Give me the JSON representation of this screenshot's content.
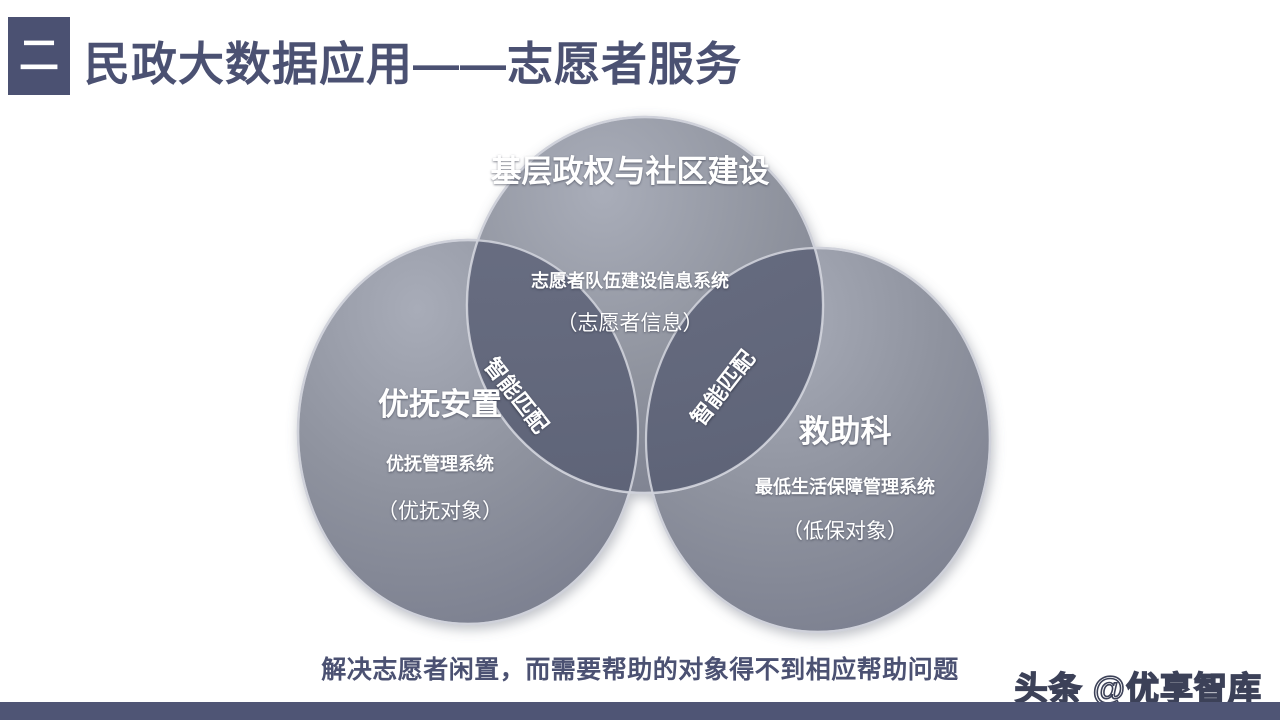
{
  "header": {
    "badge_number": "二",
    "title": "民政大数据应用——志愿者服务"
  },
  "venn": {
    "top_circle": {
      "title": "基层政权与社区建设",
      "subtitle": "志愿者队伍建设信息系统",
      "paren": "（志愿者信息）"
    },
    "left_circle": {
      "title": "优抚安置",
      "subtitle": "优抚管理系统",
      "paren": "（优抚对象）"
    },
    "right_circle": {
      "title": "救助科",
      "subtitle": "最低生活保障管理系统",
      "paren": "（低保对象）"
    },
    "overlap_left_label": "智能匹配",
    "overlap_right_label": "智能匹配"
  },
  "caption": "解决志愿者闲置，而需要帮助的对象得不到相应帮助问题",
  "watermark": "头条 @优享智库",
  "colors": {
    "accent": "#4b5172",
    "bottom_bar": "#4f5575",
    "circle_fill": "#8b8f9e",
    "circle_overlap": "#5a5f72",
    "page_background": "#ffffff",
    "label_text": "#ffffff"
  }
}
